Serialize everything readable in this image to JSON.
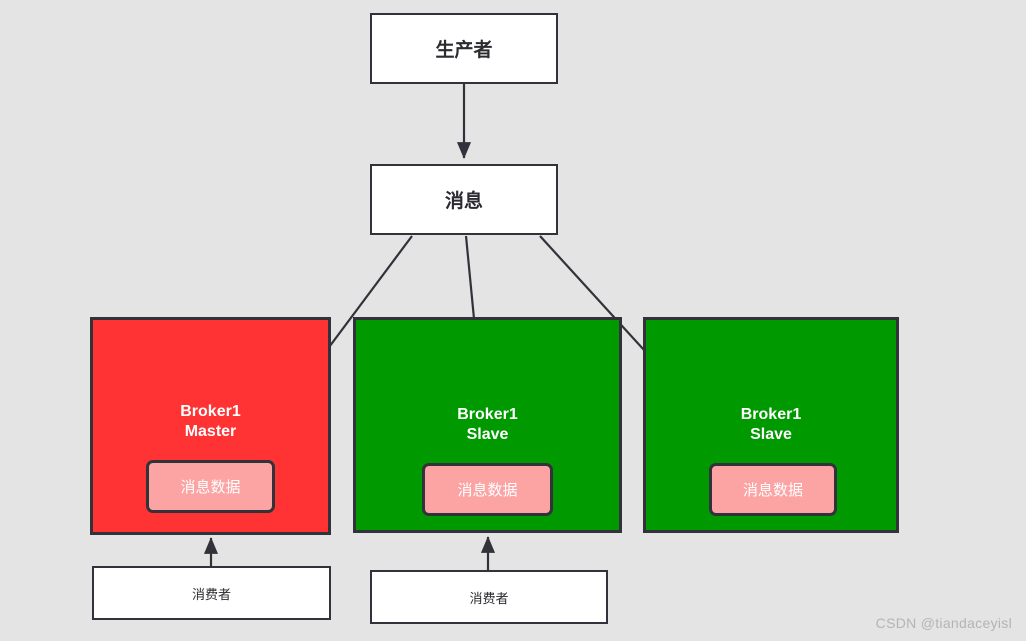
{
  "diagram": {
    "background_color": "#e4e4e4",
    "nodes": {
      "producer": {
        "label": "生产者"
      },
      "message": {
        "label": "消息"
      },
      "broker_master": {
        "title": "Broker1\nMaster",
        "fill_color": "#ff3333",
        "data_chip": {
          "label": "消息数据",
          "fill_color": "#fca4a4"
        }
      },
      "broker_slave_1": {
        "title": "Broker1\nSlave",
        "fill_color": "#009900",
        "data_chip": {
          "label": "消息数据",
          "fill_color": "#fca4a4"
        }
      },
      "broker_slave_2": {
        "title": "Broker1\nSlave",
        "fill_color": "#009900",
        "data_chip": {
          "label": "消息数据",
          "fill_color": "#fca4a4"
        }
      },
      "consumer_1": {
        "label": "消费者"
      },
      "consumer_2": {
        "label": "消费者"
      }
    },
    "edges": [
      {
        "name": "producer-to-message",
        "from": "producer",
        "to": "message"
      },
      {
        "name": "message-to-master-data",
        "from": "message",
        "to": "broker_master.data_chip"
      },
      {
        "name": "message-to-slave1-data",
        "from": "message",
        "to": "broker_slave_1.data_chip"
      },
      {
        "name": "message-to-slave2-data",
        "from": "message",
        "to": "broker_slave_2.data_chip"
      },
      {
        "name": "consumer1-to-master",
        "from": "consumer_1",
        "to": "broker_master"
      },
      {
        "name": "consumer2-to-slave1",
        "from": "consumer_2",
        "to": "broker_slave_1"
      }
    ],
    "stroke_color": "#32323a"
  },
  "watermark": {
    "text": "CSDN @tiandaceyisl"
  }
}
